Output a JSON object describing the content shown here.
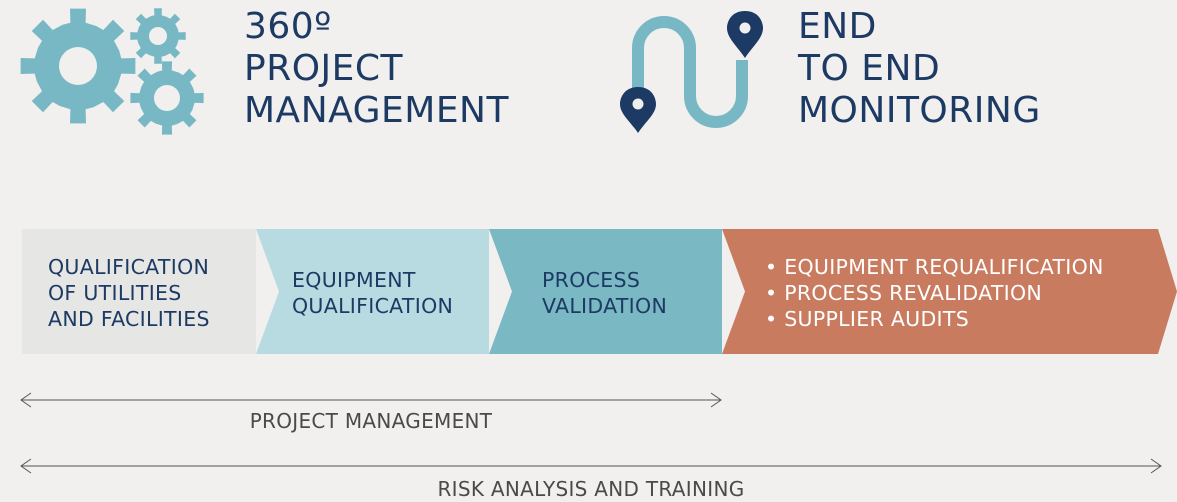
{
  "header": {
    "left_title": [
      "360º",
      "PROJECT",
      "MANAGEMENT"
    ],
    "right_title": [
      "END",
      "TO END",
      "MONITORING"
    ],
    "left_icon": "gears-icon",
    "right_icon": "route-with-pins-icon"
  },
  "process": {
    "segments": [
      {
        "lines": [
          "QUALIFICATION",
          "OF UTILITIES",
          "AND FACILITIES"
        ],
        "color": "#e6e6e4"
      },
      {
        "lines": [
          "EQUIPMENT",
          "QUALIFICATION"
        ],
        "color": "#b8dbe2"
      },
      {
        "lines": [
          "PROCESS",
          "VALIDATION"
        ],
        "color": "#7ab8c4"
      },
      {
        "lines": [
          "EQUIPMENT REQUALIFICATION",
          "PROCESS REVALIDATION",
          "SUPPLIER AUDITS"
        ],
        "color": "#c97b60"
      }
    ]
  },
  "ranges": {
    "project_management": "PROJECT MANAGEMENT",
    "risk_analysis": "RISK ANALYSIS AND TRAINING"
  },
  "colors": {
    "background": "#f1f0ee",
    "navy": "#1c3a63",
    "teal_icon": "#78b8c4"
  }
}
